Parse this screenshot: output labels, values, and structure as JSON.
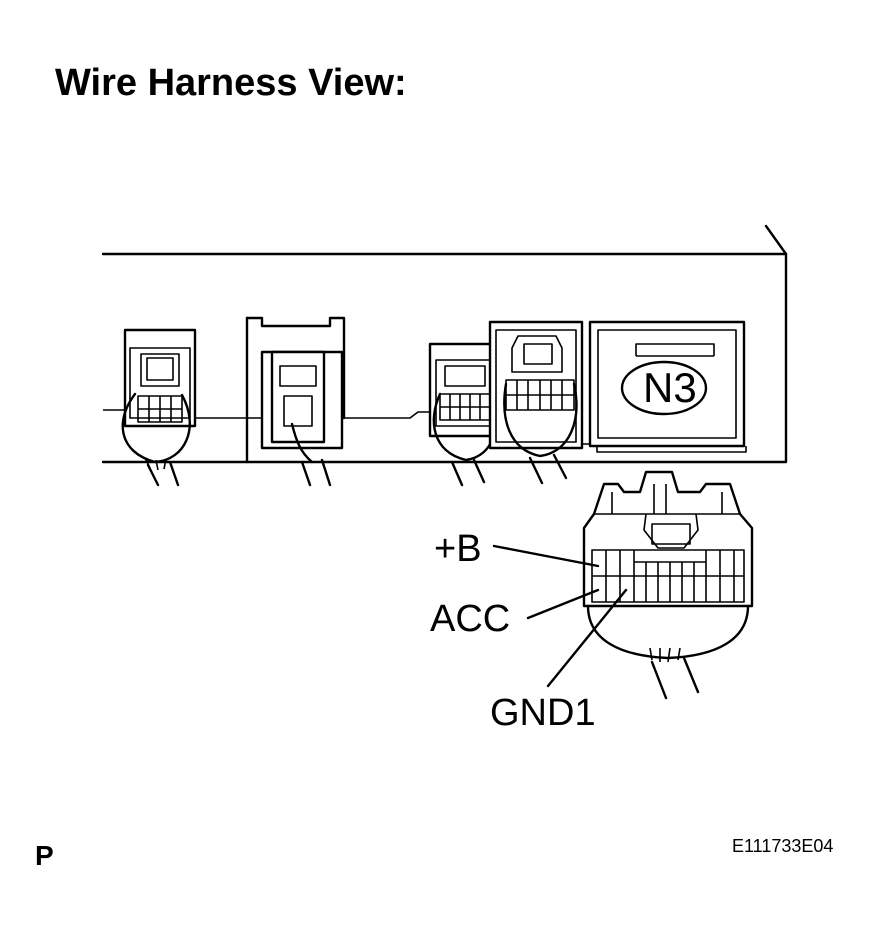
{
  "title": "Wire Harness View:",
  "connector_id": "N3",
  "terminals": {
    "b_plus": "+B",
    "acc": "ACC",
    "gnd1": "GND1"
  },
  "footer": {
    "page_letter": "P",
    "figure_id": "E111733E04"
  }
}
